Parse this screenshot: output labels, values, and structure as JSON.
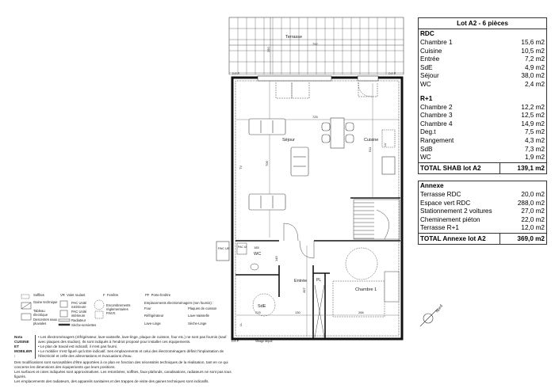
{
  "surfaces": {
    "title": "Lot A2 - 6 pièces",
    "rdc": {
      "label": "RDC",
      "rows": [
        {
          "name": "Chambre 1",
          "area": "15,6 m2"
        },
        {
          "name": "Cuisine",
          "area": "10,5 m2"
        },
        {
          "name": "Entrée",
          "area": "7,2 m2"
        },
        {
          "name": "SdE",
          "area": "4,9 m2"
        },
        {
          "name": "Séjour",
          "area": "38,0 m2"
        },
        {
          "name": "WC",
          "area": "2,4 m2"
        }
      ]
    },
    "r1": {
      "label": "R+1",
      "rows": [
        {
          "name": "Chambre 2",
          "area": "12,2 m2"
        },
        {
          "name": "Chambre 3",
          "area": "12,5 m2"
        },
        {
          "name": "Chambre 4",
          "area": "14,9 m2"
        },
        {
          "name": "Deg.t",
          "area": "7,5 m2"
        },
        {
          "name": "Rangement",
          "area": "4,3 m2"
        },
        {
          "name": "SdB",
          "area": "7,3 m2"
        },
        {
          "name": "WC",
          "area": "1,9 m2"
        }
      ]
    },
    "total": {
      "label": "TOTAL SHAB lot A2",
      "value": "139,1 m2"
    }
  },
  "annexe": {
    "label": "Annexe",
    "rows": [
      {
        "name": "Terrasse RDC",
        "area": "20,0 m2"
      },
      {
        "name": "Espace vert RDC",
        "area": "288,0 m2"
      },
      {
        "name": "Stationnement 2 voitures",
        "area": "27,0 m2"
      },
      {
        "name": "Cheminement piéton",
        "area": "22,0 m2"
      },
      {
        "name": "Terrasse R+1",
        "area": "12,0 m2"
      }
    ],
    "total": {
      "label": "TOTAL Annexe lot A2",
      "value": "369,0 m2"
    }
  },
  "plan": {
    "terrasse": "Terrasse",
    "dim_terrasse_w": "792",
    "dim_terrasse_h": "250",
    "sejour": "Séjour",
    "cuisine": "Cuisine",
    "dim_725": "725",
    "dim_706": "706",
    "dim_511": "511",
    "entree": "Entrée",
    "wc": "WC",
    "sde": "SdE",
    "chambre1": "Chambre 1",
    "pl": "PL",
    "pac_ue": "PAC UE",
    "pac_ui": "PAC UI",
    "dim_185": "185",
    "dim_145": "145",
    "dim_215": "215",
    "dim_130": "130",
    "dim_266": "266",
    "dim_397": "397",
    "vitrage": "Vitrage dépoli",
    "dep": "D.E.P.",
    "tv": "TV",
    "lv": "LV",
    "ll": "LL",
    "nord": "Nord"
  },
  "legend": {
    "col1": [
      "Soffites",
      "Gaine technique",
      "Tableau électrique",
      "Descentes eaux pluviales"
    ],
    "col2_head": [
      "VR",
      "Volet roulant"
    ],
    "col2": [
      "PAC Unité extérieure",
      "PAC Unité intérieure",
      "Radiateur",
      "Sèche-serviettes"
    ],
    "col3_head": [
      "F",
      "Fenêtre"
    ],
    "col3": [
      "Encombrements réglementaires P.M.R."
    ],
    "col4_head": [
      "PF",
      "Porte-fenêtre"
    ],
    "col4_title": "Emplacements électroménagers (non fournis) :",
    "col4": [
      "Four",
      "Plaques de cuisson",
      "Réfrigérateur",
      "Lave-Vaisselle",
      "Lave-Linge",
      "Sèche-Linge"
    ],
    "nota_label": "Nota CUISINE ET MOBILIER :",
    "nota": [
      "• Les électroménagers (réfrigérateur, lave-vaisselle, lave-linge, plaque de cuisson, four etc.) ne sont pas fournis (sauf avec plaques des studios). Ils sont indiqués à l'endroit proposé pour installer ces équipements.",
      "• Le plan de travail est indicatif, il n'est pas fourni.",
      "• Le mobilier n'est figuré qu'à titre indicatif. Ses emplacements et celui des électroménagers définit l'implantation de l'électricité et celle des alimentations et évacuations d'eau."
    ],
    "disclaimer": [
      "Des modifications sont susceptibles d'être apportées à ce plan en fonction des nécessités techniques de la réalisation, tant en ce qui concerne les dimensions des équipements que leurs positions.",
      "Les surfaces et cotes indiquées sont approximatives. Les retombées, soffites, faux-plafonds, canalisations, radiateurs ne sont pas tous figurés.",
      "Les emplacements des radiateurs, des appareils sanitaires et des trappes de visite des gaines techniques sont indicatifs."
    ]
  },
  "colors": {
    "line": "#222222",
    "dim": "#555555",
    "background": "#ffffff"
  }
}
